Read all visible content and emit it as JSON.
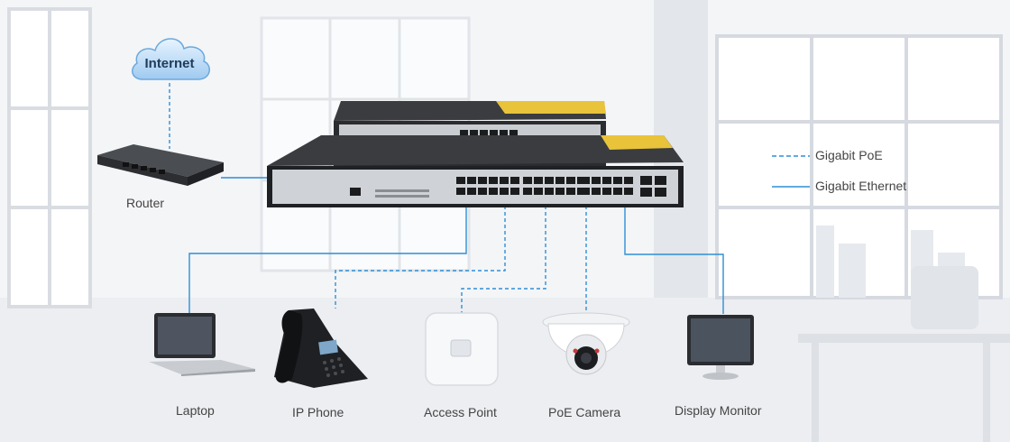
{
  "cloud": {
    "label": "Internet"
  },
  "router": {
    "label": "Router"
  },
  "legend": [
    {
      "label": "Gigabit PoE",
      "style": "dashed"
    },
    {
      "label": "Gigabit Ethernet",
      "style": "solid"
    }
  ],
  "devices": [
    {
      "id": "laptop",
      "label": "Laptop",
      "link": "Gigabit Ethernet"
    },
    {
      "id": "ip-phone",
      "label": "IP Phone",
      "link": "Gigabit PoE"
    },
    {
      "id": "access-point",
      "label": "Access Point",
      "link": "Gigabit PoE"
    },
    {
      "id": "poe-camera",
      "label": "PoE Camera",
      "link": "Gigabit PoE"
    },
    {
      "id": "display-monitor",
      "label": "Display Monitor",
      "link": "Gigabit Ethernet"
    }
  ],
  "colors": {
    "link": "#2e8fd6",
    "switch_body": "#2a2c30",
    "switch_label": "#e9c33a",
    "background": "#f3f4f6"
  }
}
